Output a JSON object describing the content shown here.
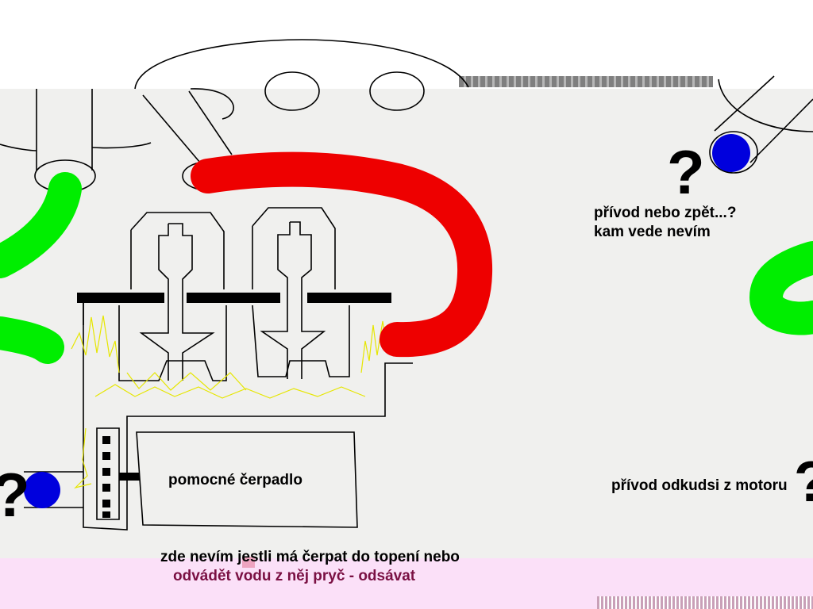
{
  "colors": {
    "hot_pipe": "#ee0000",
    "cool_pipe": "#00ee00",
    "connector": "#0000dd",
    "flame": "#e6e600",
    "ink": "#000000",
    "pink_text": "#7a1043",
    "main_bg": "#f0f0ee",
    "bottom_bg": "#fbe0f8"
  },
  "labels": {
    "right_top_line1": "přívod nebo zpět...?",
    "right_top_line2": "kam vede nevím",
    "pump": "pomocné čerpadlo",
    "right_bottom": "přívod odkudsi z motoru",
    "bottom_line1": "zde nevím jestli má čerpat do topení nebo",
    "bottom_line2": "odvádět vodu z něj pryč - odsávat"
  },
  "question_marks": {
    "top_right": "?",
    "bottom_left": "?",
    "bottom_right": "?"
  }
}
